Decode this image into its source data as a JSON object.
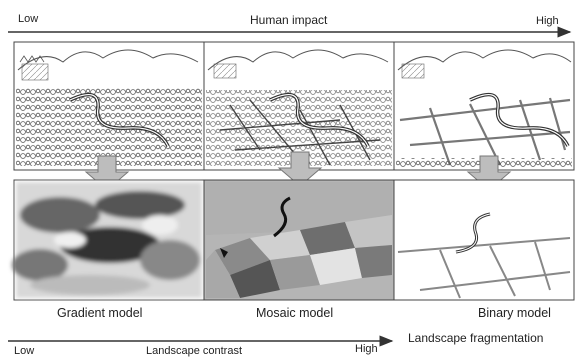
{
  "top_axis": {
    "low": "Low",
    "title": "Human impact",
    "high": "High"
  },
  "bottom_axis": {
    "low": "Low",
    "title": "Landscape contrast",
    "high": "High",
    "extra": "Landscape fragmentation"
  },
  "panels": {
    "gradient": {
      "caption": "Gradient model"
    },
    "mosaic": {
      "caption": "Mosaic model"
    },
    "binary": {
      "caption": "Binary model"
    }
  },
  "colors": {
    "arrow_fill": "#bdbdbd",
    "axis": "#333333",
    "mosaic_bg": "#b5b5b5"
  }
}
